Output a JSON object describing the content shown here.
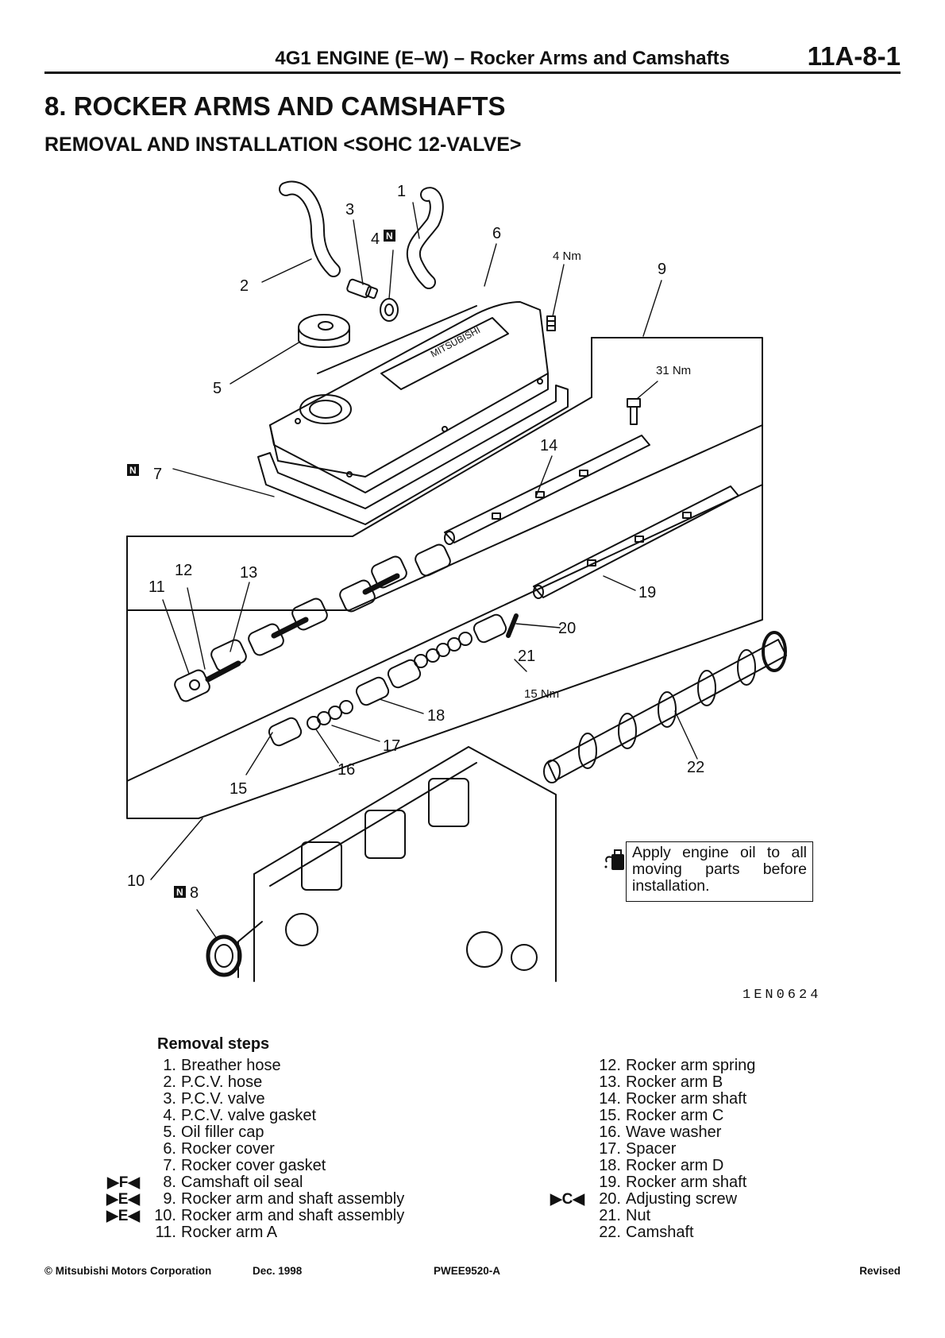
{
  "header": {
    "title": "4G1 ENGINE (E–W) – Rocker Arms and Camshafts",
    "page_number": "11A-8-1"
  },
  "section_title": "8. ROCKER ARMS AND CAMSHAFTS",
  "subtitle": "REMOVAL AND INSTALLATION <SOHC 12-VALVE>",
  "figure": {
    "callouts": [
      "1",
      "2",
      "3",
      "4",
      "5",
      "6",
      "7",
      "8",
      "9",
      "10",
      "11",
      "12",
      "13",
      "14",
      "15",
      "16",
      "17",
      "18",
      "19",
      "20",
      "21",
      "22"
    ],
    "torques": {
      "cover_bolt": "4 Nm",
      "shaft_bolt": "31 Nm",
      "nut": "15 Nm"
    },
    "new_part_symbol": "N",
    "figure_code": "1EN0624",
    "cover_lettering": "MITSUBISHI",
    "note": "Apply engine oil to all moving parts before installation."
  },
  "removal_steps": {
    "title": "Removal steps",
    "left": [
      {
        "num": "1.",
        "label": "Breather hose",
        "marker": ""
      },
      {
        "num": "2.",
        "label": "P.C.V. hose",
        "marker": ""
      },
      {
        "num": "3.",
        "label": "P.C.V. valve",
        "marker": ""
      },
      {
        "num": "4.",
        "label": "P.C.V. valve gasket",
        "marker": ""
      },
      {
        "num": "5.",
        "label": "Oil filler cap",
        "marker": ""
      },
      {
        "num": "6.",
        "label": "Rocker cover",
        "marker": ""
      },
      {
        "num": "7.",
        "label": "Rocker cover gasket",
        "marker": ""
      },
      {
        "num": "8.",
        "label": "Camshaft oil seal",
        "marker": "▶F◀"
      },
      {
        "num": "9.",
        "label": "Rocker arm and shaft assembly",
        "marker": "▶E◀"
      },
      {
        "num": "10.",
        "label": "Rocker arm and shaft assembly",
        "marker": "▶E◀"
      },
      {
        "num": "11.",
        "label": "Rocker arm A",
        "marker": ""
      }
    ],
    "right": [
      {
        "num": "12.",
        "label": "Rocker arm spring",
        "marker": ""
      },
      {
        "num": "13.",
        "label": "Rocker arm B",
        "marker": ""
      },
      {
        "num": "14.",
        "label": "Rocker arm shaft",
        "marker": ""
      },
      {
        "num": "15.",
        "label": "Rocker arm C",
        "marker": ""
      },
      {
        "num": "16.",
        "label": "Wave washer",
        "marker": ""
      },
      {
        "num": "17.",
        "label": "Spacer",
        "marker": ""
      },
      {
        "num": "18.",
        "label": "Rocker arm D",
        "marker": ""
      },
      {
        "num": "19.",
        "label": "Rocker arm shaft",
        "marker": ""
      },
      {
        "num": "20.",
        "label": "Adjusting screw",
        "marker": "▶C◀"
      },
      {
        "num": "21.",
        "label": "Nut",
        "marker": ""
      },
      {
        "num": "22.",
        "label": "Camshaft",
        "marker": ""
      }
    ]
  },
  "footer": {
    "copyright": "© Mitsubishi Motors Corporation",
    "date": "Dec. 1998",
    "doc_code": "PWEE9520-A",
    "status": "Revised"
  }
}
